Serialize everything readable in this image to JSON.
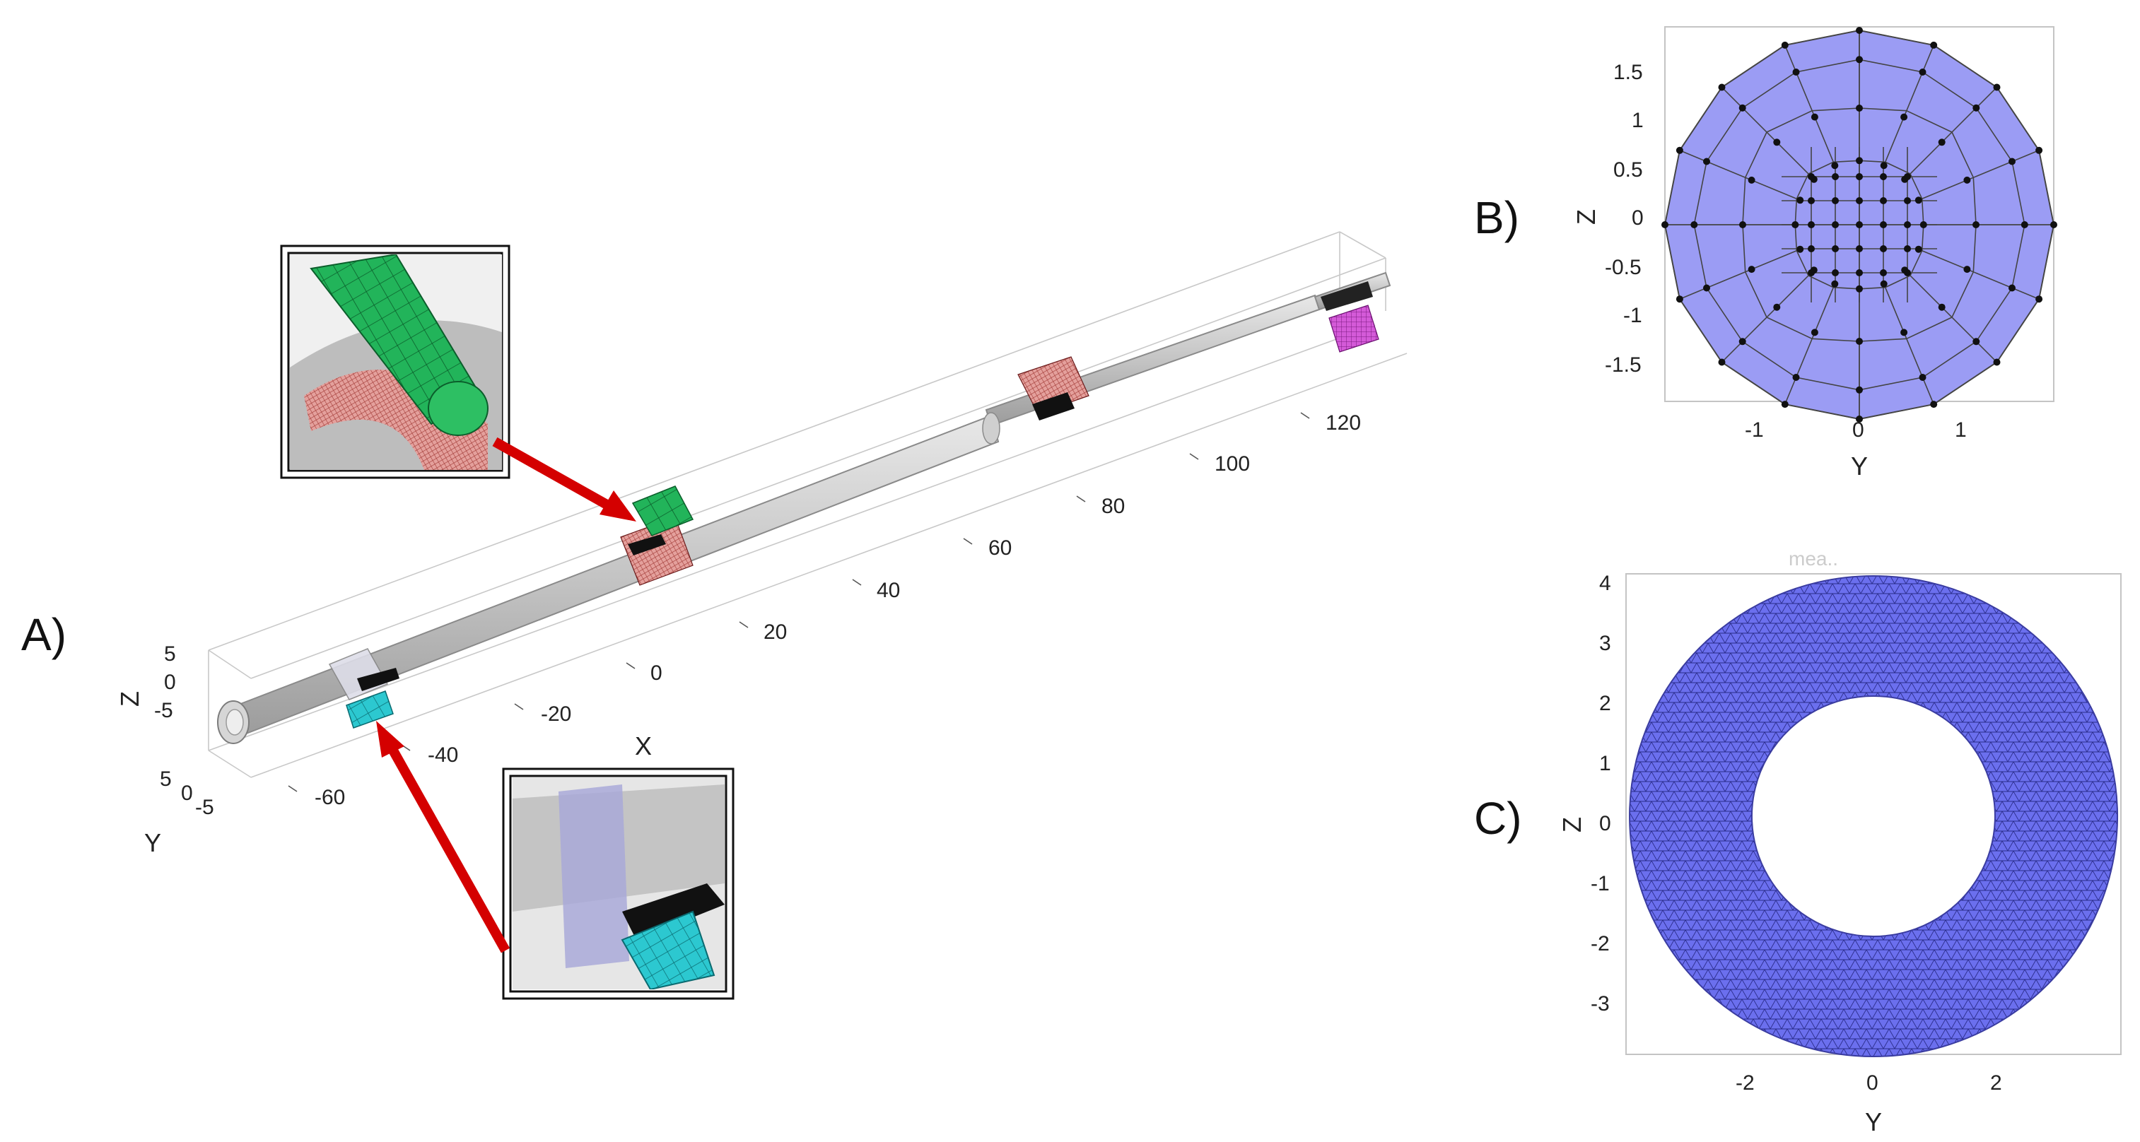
{
  "panels": {
    "A": {
      "label": "A)",
      "axes": {
        "x_label": "X",
        "y_label": "Y",
        "z_label": "Z",
        "x_ticks": [
          "-60",
          "-40",
          "-20",
          "0",
          "20",
          "40",
          "60",
          "80",
          "100",
          "120"
        ],
        "y_ticks": [
          "5",
          "0",
          "-5"
        ],
        "z_ticks": [
          "5",
          "0",
          "-5"
        ]
      },
      "colors": {
        "shaft": "#cfcfcf",
        "green_part": "#23b75c",
        "red_part": "#d9827c",
        "cyan_part": "#2cc8d0",
        "magenta_part": "#d05ad8",
        "arrow": "#d40000"
      }
    },
    "B": {
      "label": "B)",
      "x_label": "Y",
      "y_label": "Z",
      "x_ticks": [
        "-1",
        "0",
        "1"
      ],
      "y_ticks": [
        "1.5",
        "1",
        "0.5",
        "0",
        "-0.5",
        "-1",
        "-1.5"
      ],
      "fill_color": "#9b9cf4"
    },
    "C": {
      "label": "C)",
      "x_label": "Y",
      "y_label": "Z",
      "x_ticks": [
        "-2",
        "0",
        "2"
      ],
      "y_ticks": [
        "4",
        "3",
        "2",
        "1",
        "0",
        "-1",
        "-2",
        "-3"
      ],
      "fill_color": "#6b6fee",
      "faint_title": "mea.."
    }
  }
}
